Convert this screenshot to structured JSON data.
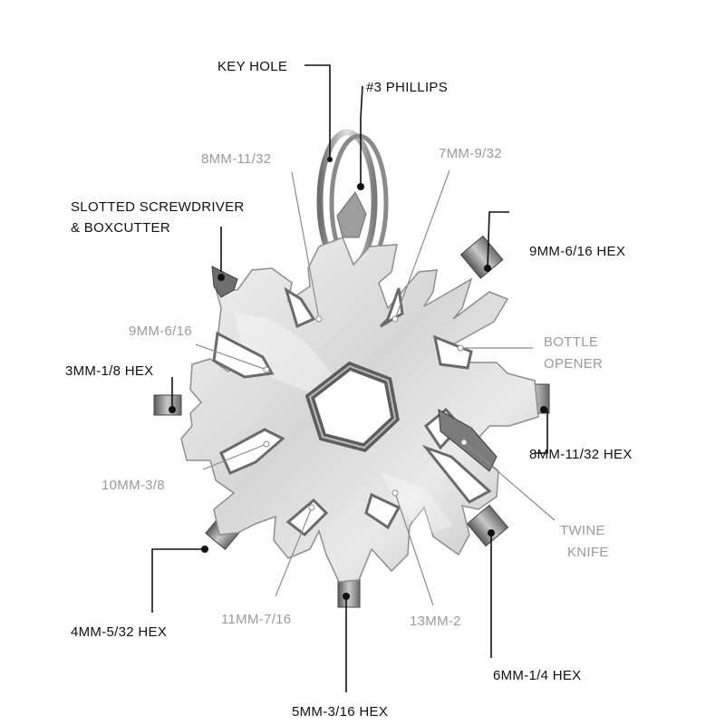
{
  "labels": {
    "key_hole": "KEY HOLE",
    "phillips": "#3 PHILLIPS",
    "slotted_line1": "SLOTTED SCREWDRIVER",
    "slotted_line2": "& BOXCUTTER",
    "w8mm_11_32": "8MM-11/32",
    "w7mm_9_32": "7MM-9/32",
    "hex9mm_6_16": "9MM-6/16 HEX",
    "w9mm_6_16": "9MM-6/16",
    "bottle_line1": "BOTTLE",
    "bottle_line2": "OPENER",
    "hex3mm_1_8": "3MM-1/8 HEX",
    "hex8mm_11_32": "8MM-11/32 HEX",
    "w10mm_3_8": "10MM-3/8",
    "twine_line1": "TWINE",
    "twine_line2": "KNIFE",
    "hex4mm_5_32": "4MM-5/32 HEX",
    "w11mm_7_16": "11MM-7/16",
    "w13mm_2": "13MM-2",
    "hex6mm_1_4": "6MM-1/4 HEX",
    "hex5mm_3_16": "5MM-3/16 HEX"
  },
  "colors": {
    "label_dark": "#111111",
    "label_grey": "#9a9a9a",
    "metal_light": "#e6e6e6",
    "metal_mid": "#c4c4c4",
    "metal_dark": "#7a7a7a"
  }
}
